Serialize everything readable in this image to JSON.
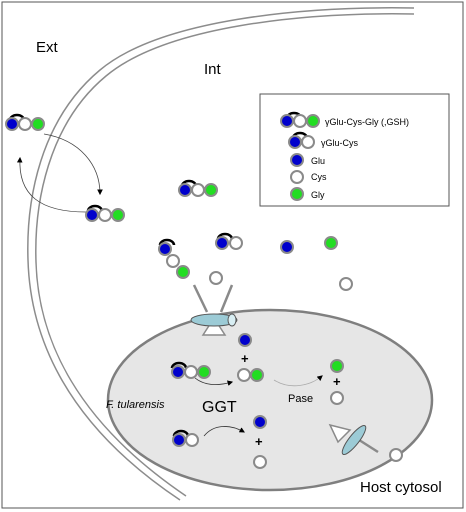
{
  "labels": {
    "ext": "Ext",
    "int": "Int",
    "host_cytosol": "Host cytosol",
    "organism": "F. tularensis",
    "enzyme": "GGT",
    "pase": "Pase",
    "plus": "+"
  },
  "legend": {
    "gsh_label": "γGlu-Cys-Gly (,GSH)",
    "glucys_label": "γGlu-Cys",
    "glu_label": "Glu",
    "cys_label": "Cys",
    "gly_label": "Gly"
  },
  "colors": {
    "glu": "#0000cc",
    "cys": "#ffffff",
    "gly": "#22dd22",
    "ring": "#8a8a8a",
    "cell": "#e6e6e6",
    "membrane": "#7f7f7f",
    "transporter": "#9ccbd6"
  }
}
